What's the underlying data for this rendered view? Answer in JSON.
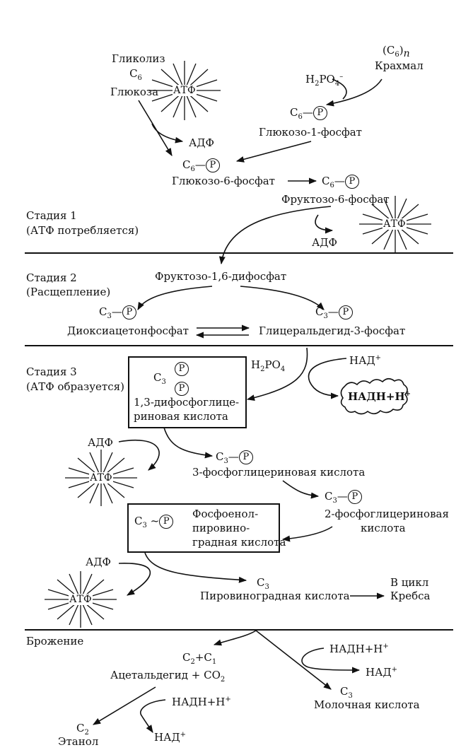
{
  "glycolysis": {
    "title": "Гликолиз",
    "c6": "C",
    "c6_sub": "6",
    "glucose": "Глюкоза"
  },
  "starch": {
    "formula_c": "(C",
    "formula_sub": "6",
    "formula_close": ")",
    "formula_n": "n",
    "name": "Крахмал"
  },
  "phosphate_in": {
    "h": "H",
    "h_sub": "2",
    "po": "PO",
    "po_sub": "4",
    "charge": "–"
  },
  "c6p_label": "C",
  "c6p_sub": "6",
  "p": "P",
  "g1p": "Глюкозо-1-фосфат",
  "g6p": "Глюкозо-6-фосфат",
  "f6p": "Фруктозо-6-фосфат",
  "f16dp": "Фруктозо-1,6-дифосфат",
  "atp": "АТФ",
  "adp": "АДФ",
  "stage1": {
    "title": "Стадия 1",
    "sub": "(АТФ потребляется)"
  },
  "stage2": {
    "title": "Стадия 2",
    "sub": "(Расщепление)"
  },
  "stage3": {
    "title": "Стадия 3",
    "sub": "(АТФ образуется)"
  },
  "c3": "C",
  "c3_sub": "3",
  "dhap": "Диоксиацетонфосфат",
  "gap": "Глицеральдегид-3-фосфат",
  "h2po4": {
    "h": "H",
    "h_sub": "2",
    "po": "PO",
    "po_sub": "4"
  },
  "nad": "НАД",
  "nad_plus": "+",
  "nadh": "НАДН+Н",
  "bpg": {
    "line1": "1,3-дифосфоглице-",
    "line2": "риновая кислота"
  },
  "pg3": "3-фосфоглицериновая кислота",
  "pg2": {
    "line1": "2-фосфоглицериновая",
    "line2": "кислота"
  },
  "pep": {
    "line1": "Фосфоенол-",
    "line2": "пировино-",
    "line3": "градная кислота"
  },
  "pyruvate": "Пировиноградная кислота",
  "krebs": {
    "line1": "В цикл",
    "line2": "Кребса"
  },
  "fermentation": "Брожение",
  "c2c1": {
    "a": "C",
    "a_sub": "2",
    "plus": "+C",
    "b_sub": "1"
  },
  "acetaldehyde": "Ацетальдегид + CO",
  "acetaldehyde_sub": "2",
  "c2": "C",
  "c2_sub": "2",
  "ethanol": "Этанол",
  "lactic": "Молочная кислота"
}
